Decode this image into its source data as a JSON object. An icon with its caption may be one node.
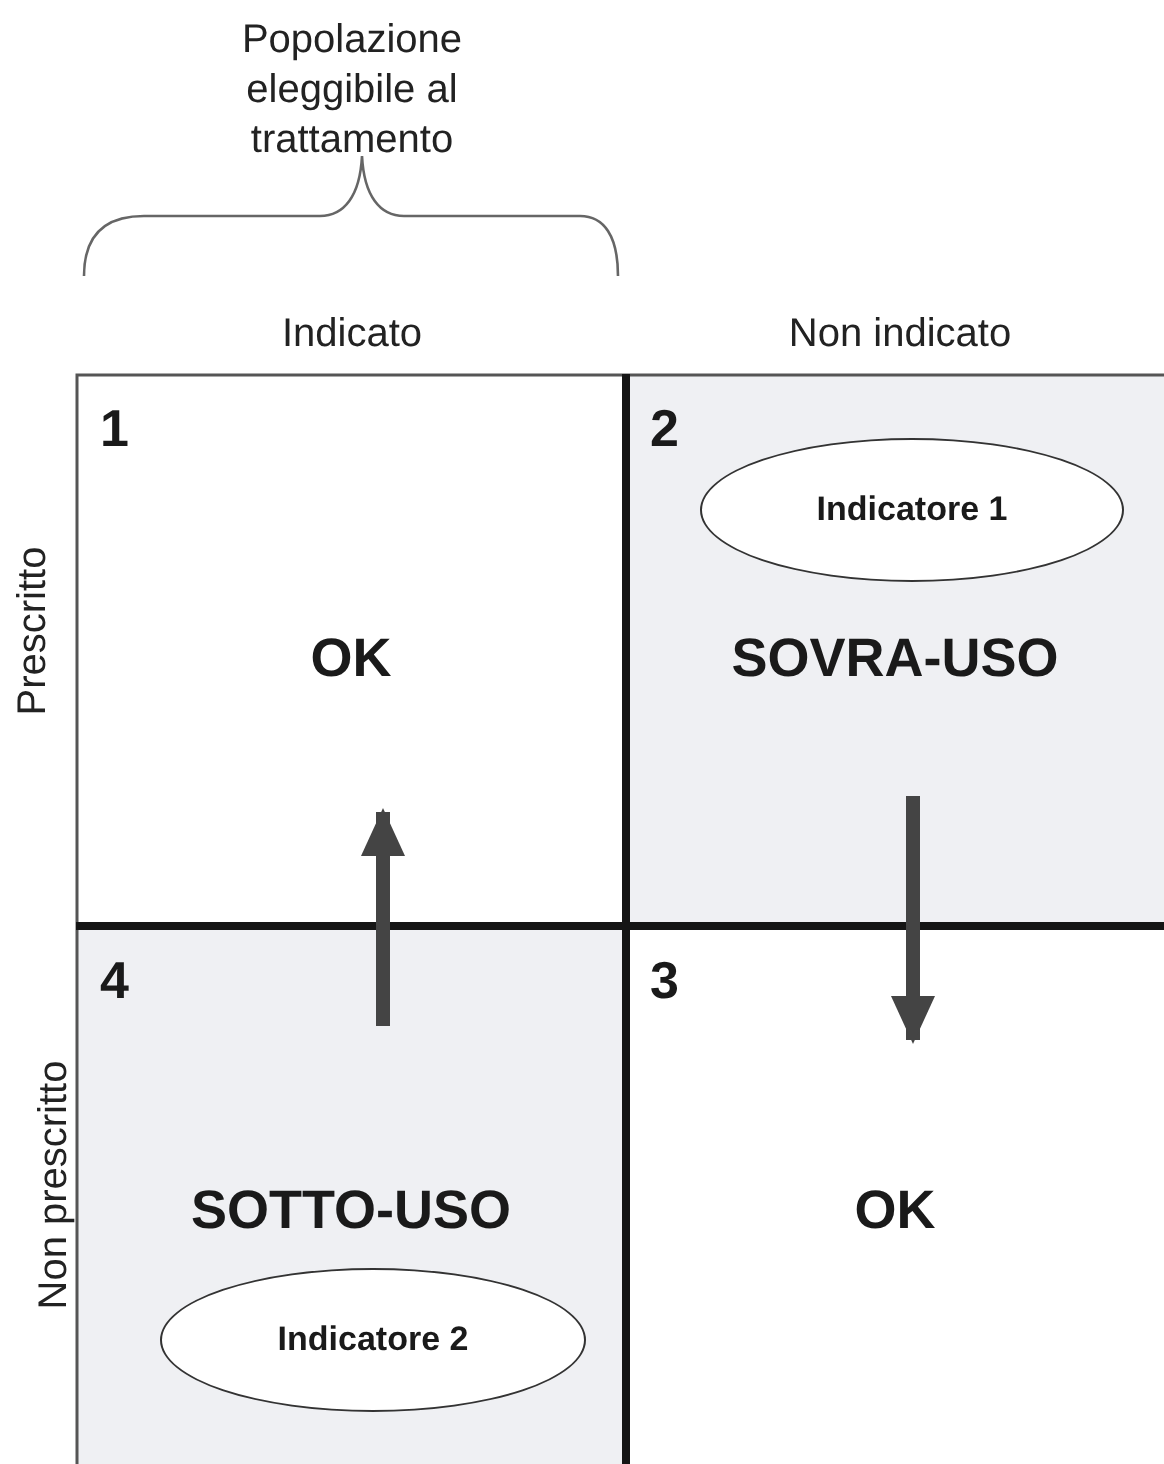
{
  "diagram": {
    "nodes": [
      {
        "text": [
          "1",
          "OK"
        ]
      },
      {
        "text": [
          "2",
          "SOVRA-USO"
        ]
      },
      {
        "text": [
          "Indicatore 1"
        ],
        "in": 1
      },
      {
        "text": [
          "4",
          "SOTTO-USO"
        ]
      },
      {
        "text": [
          "Indicatore 2"
        ],
        "in": 3
      },
      {
        "text": [
          "3",
          "OK"
        ]
      }
    ],
    "edges": [
      {
        "from": 1,
        "to": 5,
        "arrow": "to"
      },
      {
        "from": 3,
        "to": 0,
        "arrow": "to"
      }
    ],
    "labels": [
      "Popolazione eleggibile al trattamento",
      "Indicato",
      "Non indicato",
      "Prescritto",
      "Non prescritto"
    ]
  }
}
